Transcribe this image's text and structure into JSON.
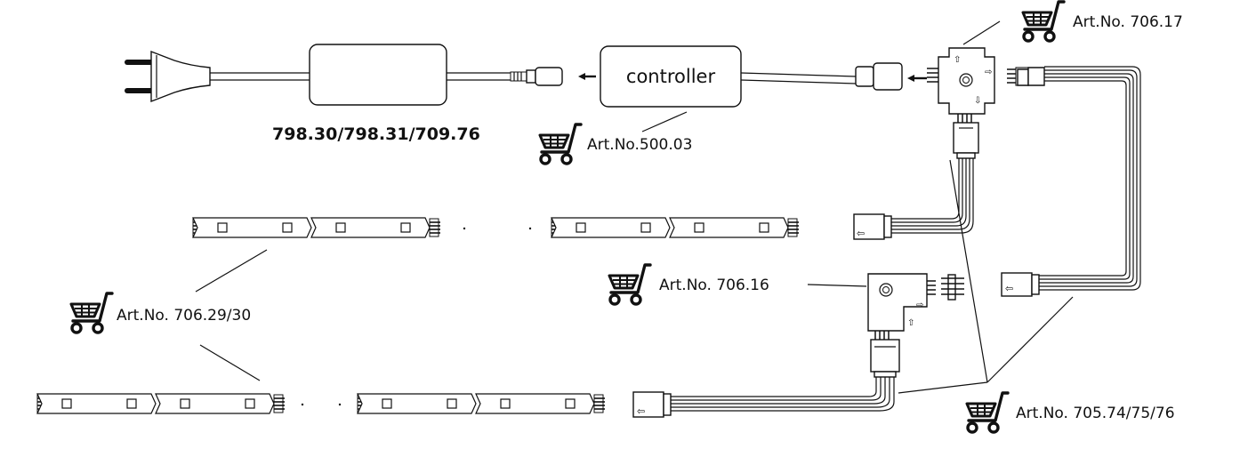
{
  "power_supply": {
    "label": "798.30/798.31/709.76"
  },
  "controller": {
    "label": "controller",
    "art_no": "Art.No.500.03"
  },
  "connectors": {
    "cross": {
      "art_no": "Art.No.  706.17"
    },
    "corner": {
      "art_no": "Art.No.  706.16"
    }
  },
  "strips": {
    "art_no": "Art.No. 706.29/30"
  },
  "cables": {
    "art_no": "Art.No. 705.74/75/76"
  },
  "icons": {
    "cart": "shopping-cart-icon",
    "plug": "power-plug-icon",
    "arrow": "arrow-left-icon"
  }
}
